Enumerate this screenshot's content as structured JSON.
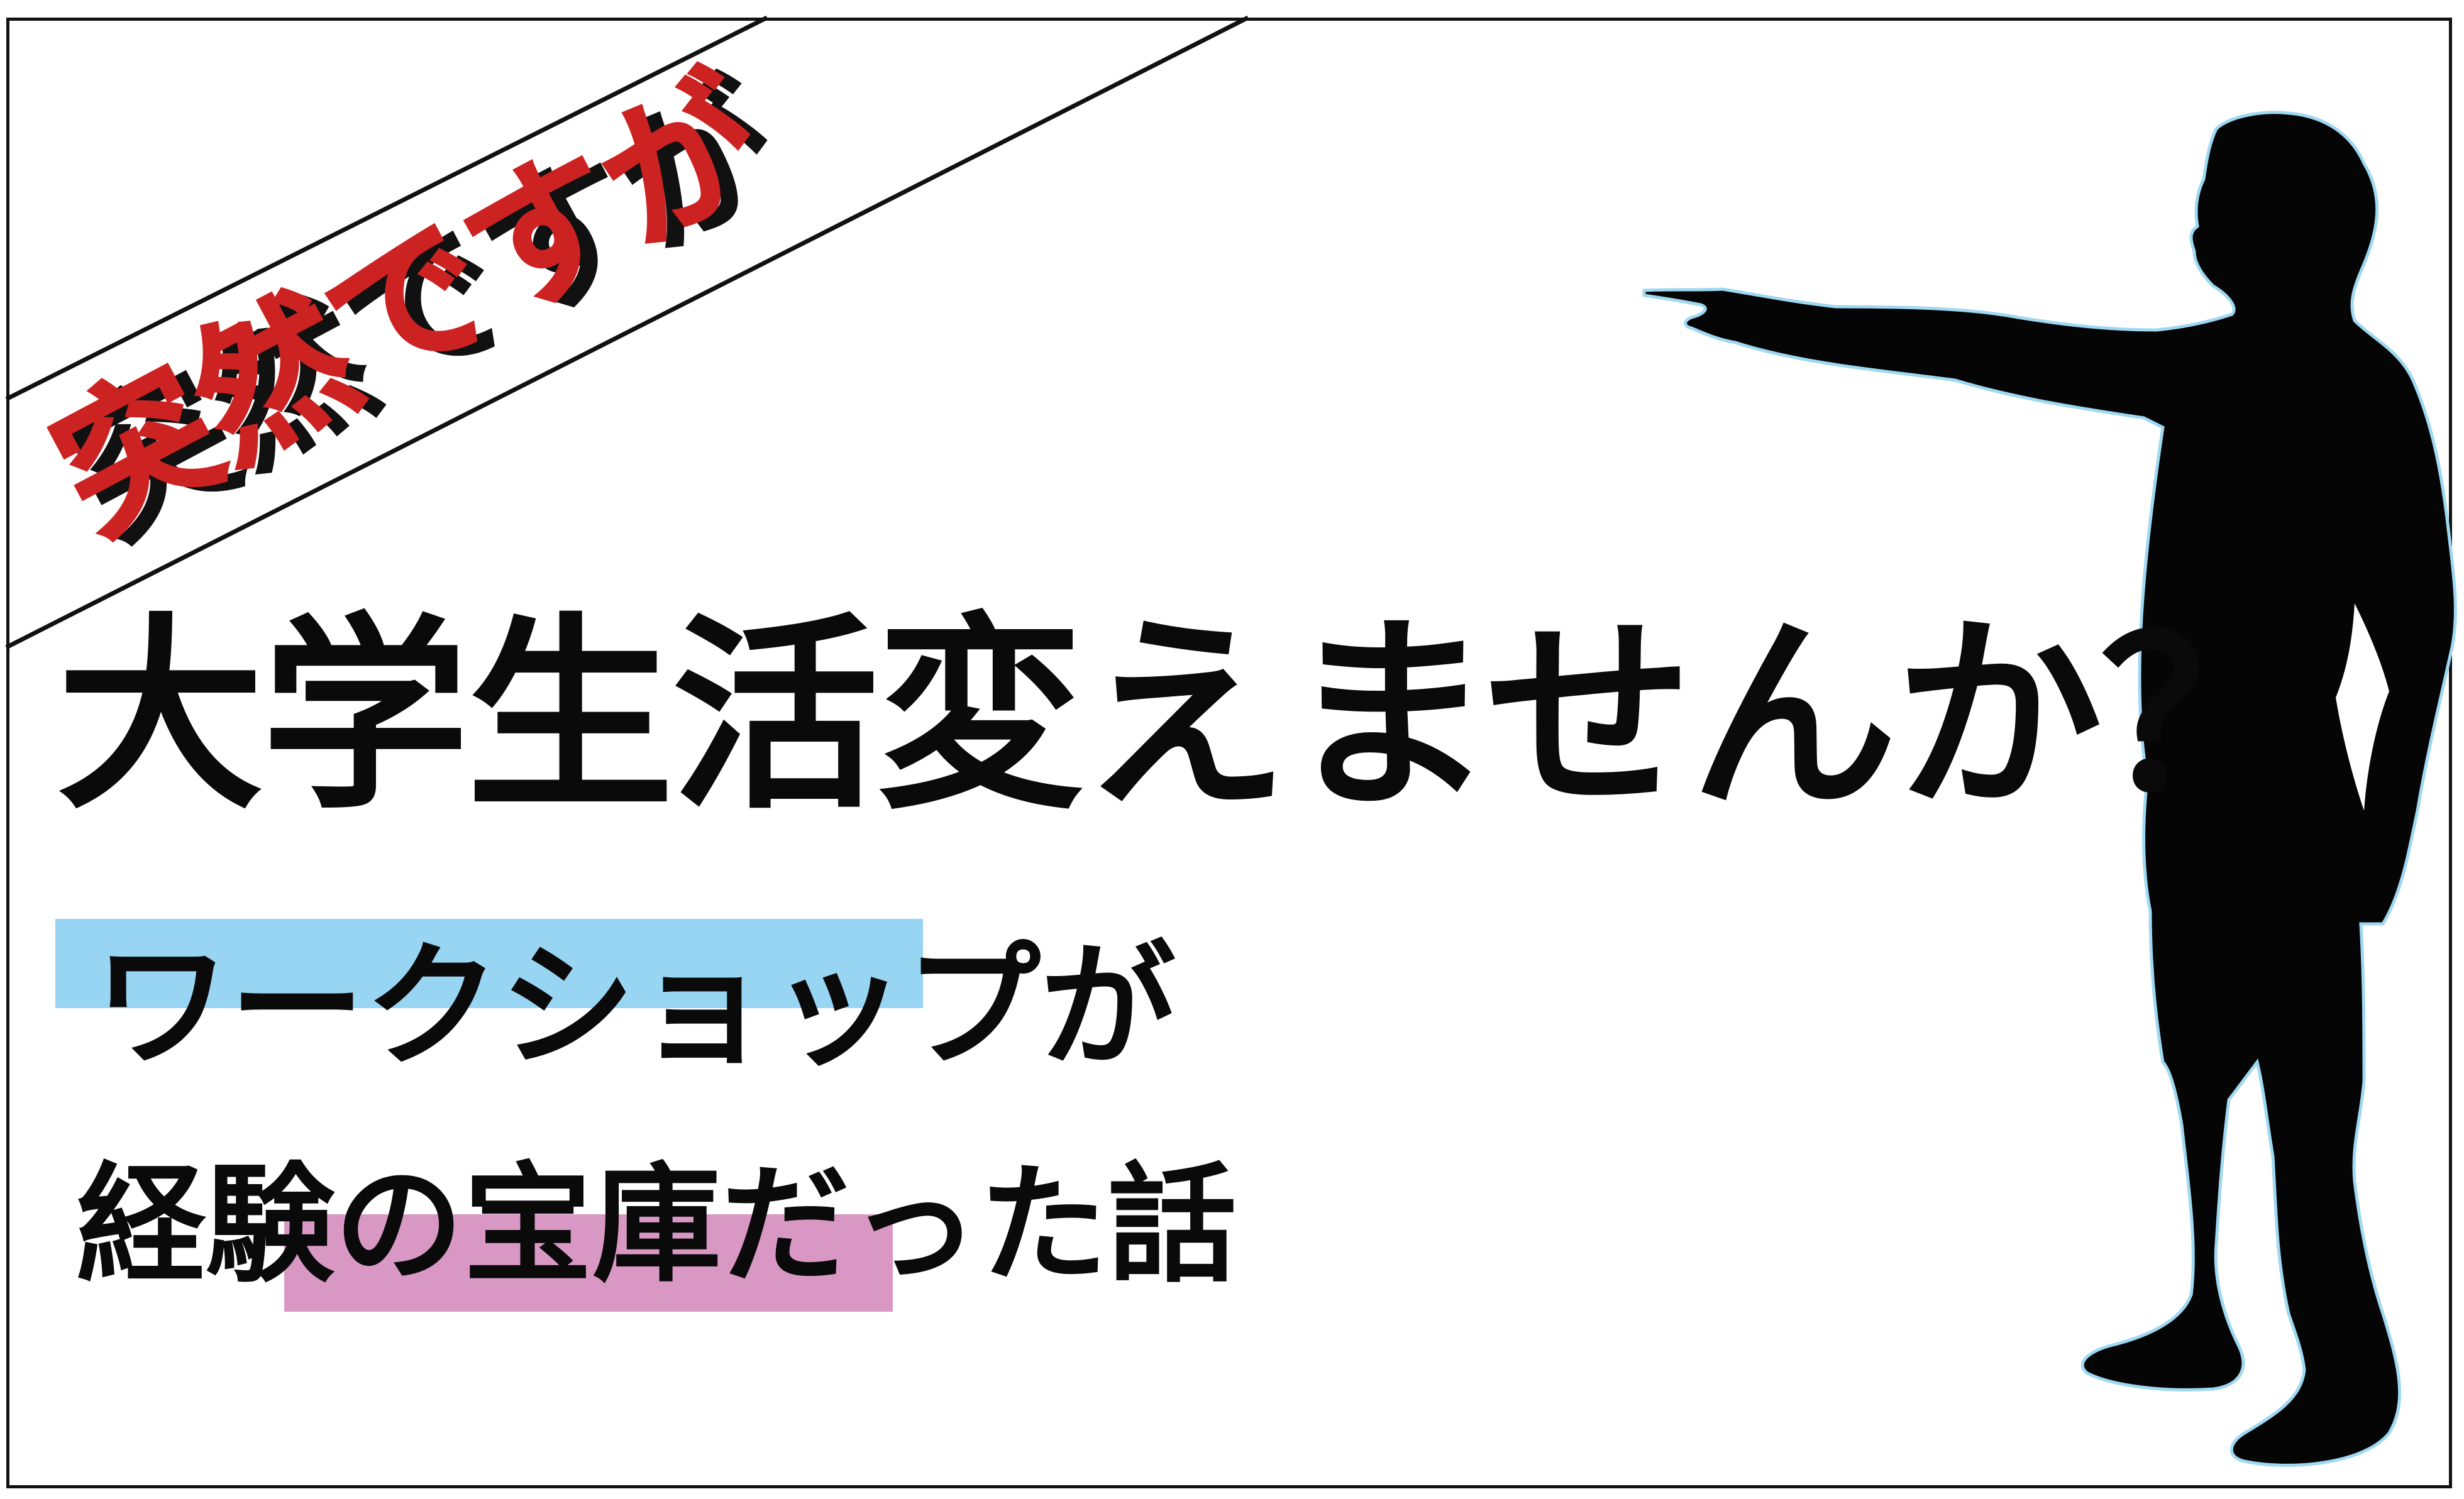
{
  "banner": {
    "text": "突然ですが",
    "fill_color": "#cc2222",
    "shadow_color": "#111111"
  },
  "headline": {
    "text": "大学生活変えませんか？"
  },
  "subline1": {
    "text": "ワークショップが",
    "highlight_color": "#98d5f3"
  },
  "subline2": {
    "text": "経験の宝庫だった話",
    "highlight_color": "#d998c4"
  },
  "figure": {
    "icon": "pointing-man-silhouette-icon",
    "fill_color": "#050505",
    "outline_color": "#9fd8f2"
  }
}
